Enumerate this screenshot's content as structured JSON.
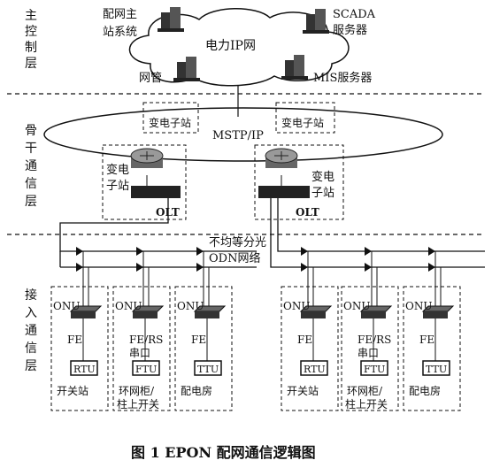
{
  "layers": {
    "top": "主控制层",
    "backbone": "骨干通信层",
    "access": "接入通信层"
  },
  "cloud": {
    "label": "电力IP网",
    "nodes": {
      "dms_master": "配网主站系统",
      "scada": "SCADA服务器",
      "nms": "网管",
      "mis": "MIS服务器"
    }
  },
  "backbone": {
    "ring_label": "MSTP/IP",
    "substation_top_left": "变电子站",
    "substation_top_right": "变电子站",
    "substation_left": "变电子站",
    "substation_right": "变电子站",
    "olt": "OLT"
  },
  "odn": {
    "line1": "不均等分光",
    "line2": "ODN网络"
  },
  "access": {
    "onu": "ONU",
    "groups": [
      {
        "port": "FE",
        "terminal": "RTU",
        "site": "开关站"
      },
      {
        "port": "FE/RS",
        "port2": "串口",
        "terminal": "FTU",
        "site": "环网柜/",
        "site2": "柱上开关"
      },
      {
        "port": "FE",
        "terminal": "TTU",
        "site": "配电房"
      },
      {
        "port": "FE",
        "terminal": "RTU",
        "site": "开关站"
      },
      {
        "port": "FE/RS",
        "port2": "串口",
        "terminal": "FTU",
        "site": "环网柜/",
        "site2": "柱上开关"
      },
      {
        "port": "FE",
        "terminal": "TTU",
        "site": "配电房"
      }
    ]
  },
  "caption": "图 1   EPON 配网通信逻辑图"
}
